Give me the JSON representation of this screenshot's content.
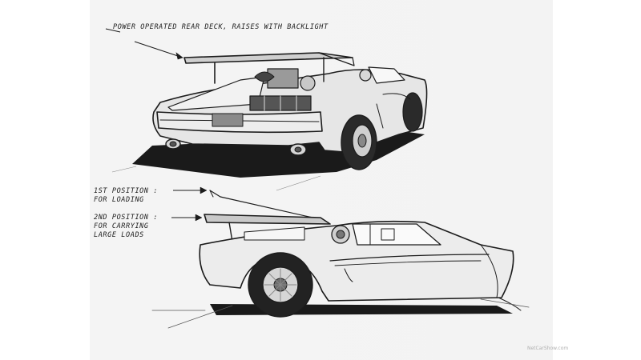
{
  "annotations": {
    "top": "POWER OPERATED REAR DECK, RAISES WITH BACKLIGHT",
    "position_1": "1ST POSITION :\nFOR LOADING",
    "position_2": "2nd POSITION :\nFOR CARRYING\nLARGE LOADS"
  },
  "watermark": "NetCarShow.com",
  "colors": {
    "paper": "#f3f3f3",
    "ink": "#1c1c1c",
    "shadow": "#1a1a1a"
  }
}
